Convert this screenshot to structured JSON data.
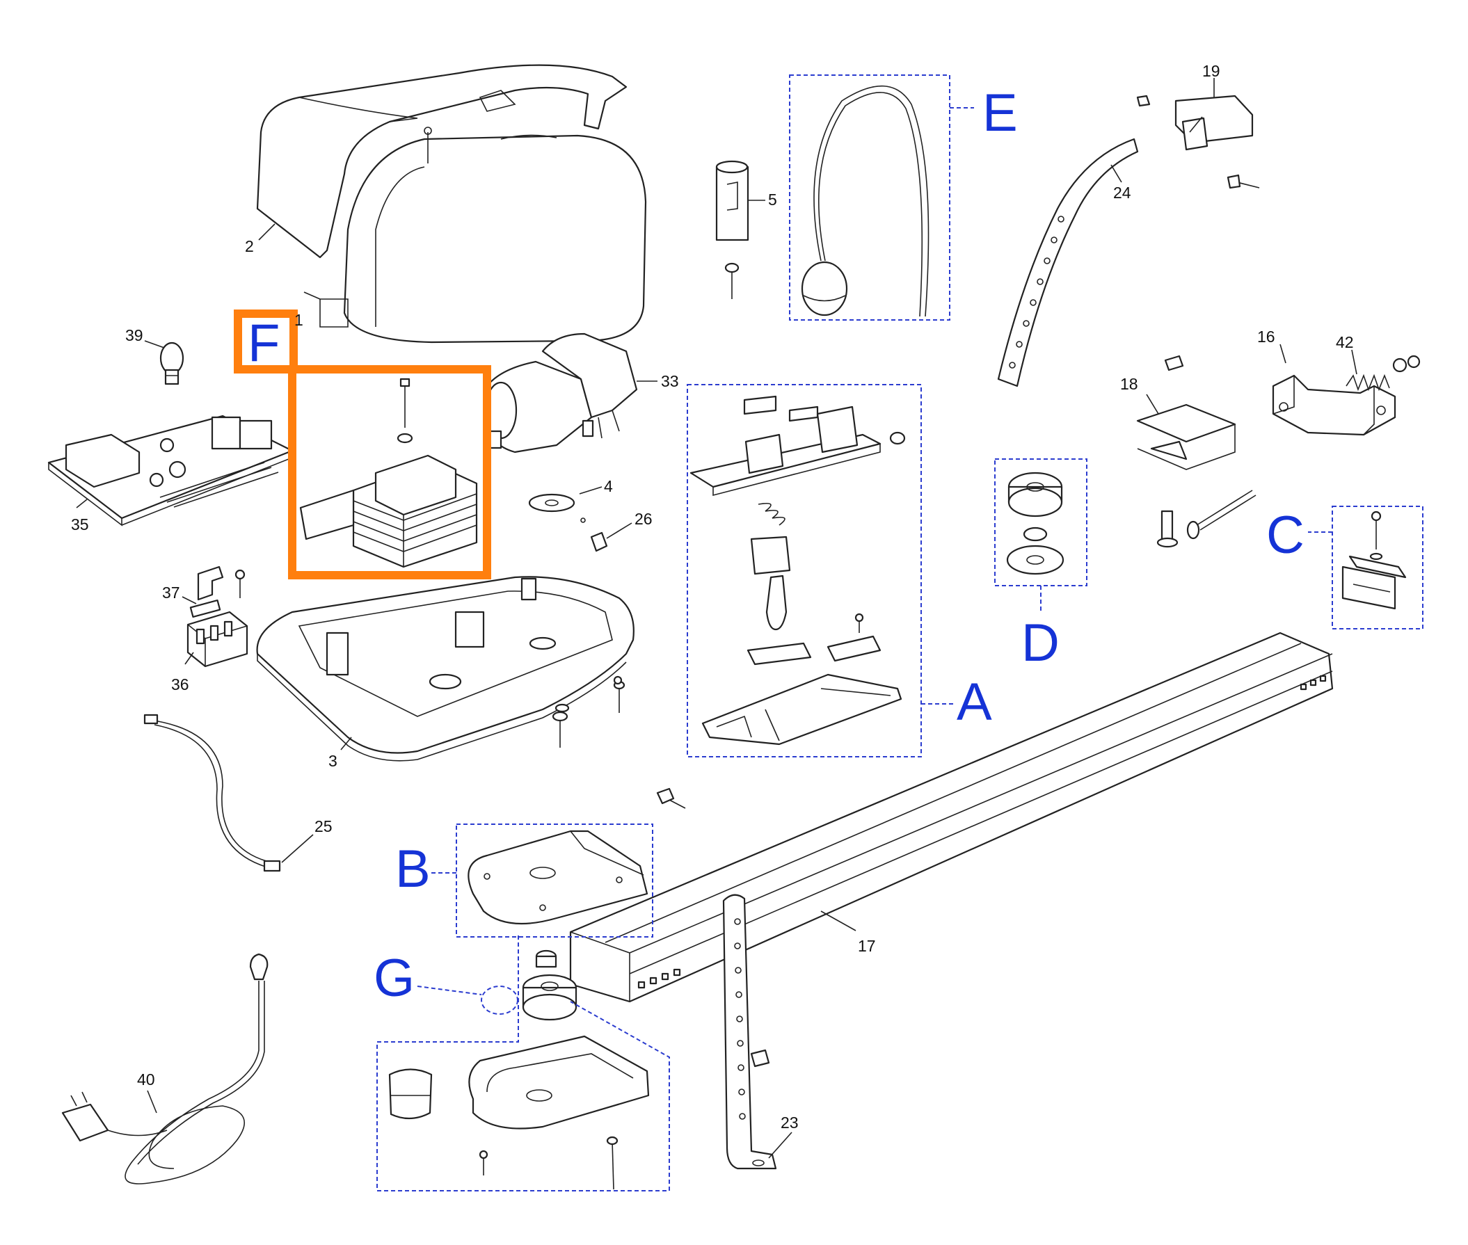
{
  "colors": {
    "group_label": "#1533d6",
    "group_box": "#2b3ccf",
    "highlight": "#ff7f0e",
    "line_art": "#222222"
  },
  "groups": [
    "A",
    "B",
    "C",
    "D",
    "E",
    "F",
    "G"
  ],
  "highlighted_group": "F",
  "part_numbers": [
    "1",
    "2",
    "3",
    "4",
    "5",
    "16",
    "17",
    "18",
    "19",
    "23",
    "24",
    "25",
    "26",
    "33",
    "35",
    "36",
    "37",
    "39",
    "40",
    "42"
  ]
}
